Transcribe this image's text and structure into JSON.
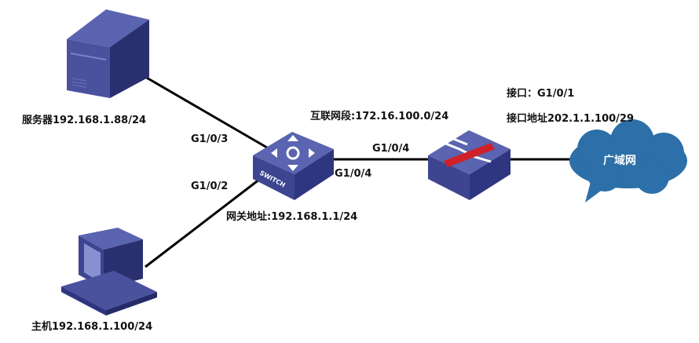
{
  "labels": {
    "server": "服务器192.168.1.88/24",
    "host": "主机192.168.1.100/24",
    "switch_port_server": "G1/0/3",
    "switch_port_host": "G1/0/2",
    "gateway": "网关地址:192.168.1.1/24",
    "interconnect_segment": "互联网段:172.16.100.0/24",
    "firewall_port_switch": "G1/0/4",
    "switch_port_firewall": "G1/0/4",
    "wan_interface": "接口：G1/0/1",
    "wan_address": "接口地址202.1.1.100/29",
    "wan": "广域网",
    "switch_text": "SWITCH"
  },
  "colors": {
    "device": "#3d4590",
    "device_top": "#5a64b0",
    "cloud": "#2d6fa8",
    "firewall_bar": "#d0202a"
  }
}
